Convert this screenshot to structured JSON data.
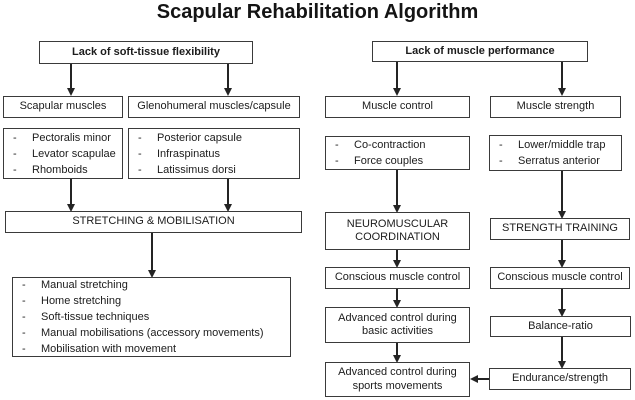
{
  "title": "Scapular Rehabilitation Algorithm",
  "bullet": "-",
  "colors": {
    "background": "#ffffff",
    "border": "#3a3a3a",
    "text": "#1c1c1c",
    "arrow": "#242424"
  },
  "left": {
    "header": "Lack of soft-tissue flexibility",
    "scapular": {
      "label": "Scapular muscles",
      "items": [
        "Pectoralis minor",
        "Levator scapulae",
        "Rhomboids"
      ]
    },
    "glenohumeral": {
      "label": "Glenohumeral muscles/capsule",
      "items": [
        "Posterior capsule",
        "Infraspinatus",
        "Latissimus dorsi"
      ]
    },
    "stage": "STRETCHING & MOBILISATION",
    "techniques": [
      "Manual stretching",
      "Home stretching",
      "Soft-tissue techniques",
      "Manual mobilisations (accessory movements)",
      "Mobilisation with movement"
    ]
  },
  "right": {
    "header": "Lack of muscle performance",
    "control": {
      "label": "Muscle control",
      "items": [
        "Co-contraction",
        "Force couples"
      ],
      "stage": "NEUROMUSCULAR COORDINATION",
      "steps": [
        "Conscious muscle control",
        "Advanced control during basic activities",
        "Advanced control during sports movements"
      ]
    },
    "strength": {
      "label": "Muscle strength",
      "items": [
        "Lower/middle trap",
        "Serratus anterior"
      ],
      "stage": "STRENGTH TRAINING",
      "steps": [
        "Conscious muscle control",
        "Balance-ratio",
        "Endurance/strength"
      ]
    }
  }
}
